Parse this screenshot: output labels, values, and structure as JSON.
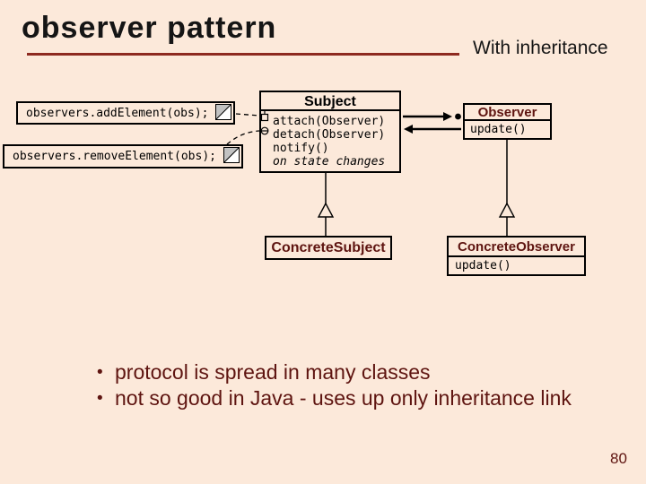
{
  "slide": {
    "title": "observer pattern",
    "subtitle": "With inheritance",
    "page_number": "80",
    "bullet_char": "•",
    "bullets": [
      "protocol is spread in many classes",
      "not so good in Java - uses up only inheritance link"
    ]
  },
  "diagram": {
    "notes": [
      {
        "text": "observers.addElement(obs);"
      },
      {
        "text": "observers.removeElement(obs);"
      }
    ],
    "classes": {
      "subject": {
        "name": "Subject",
        "methods": [
          "attach(Observer)",
          "detach(Observer)",
          "notify()"
        ],
        "annotation": "on state changes"
      },
      "observer": {
        "name": "Observer",
        "methods": [
          "update()"
        ]
      },
      "concrete_subject": {
        "name": "ConcreteSubject"
      },
      "concrete_observer": {
        "name": "ConcreteObserver",
        "methods": [
          "update()"
        ]
      }
    }
  },
  "colors": {
    "background": "#fce9da",
    "accent_rule": "#8e2a20",
    "maroon_text": "#5e1410",
    "ink": "#000000"
  }
}
